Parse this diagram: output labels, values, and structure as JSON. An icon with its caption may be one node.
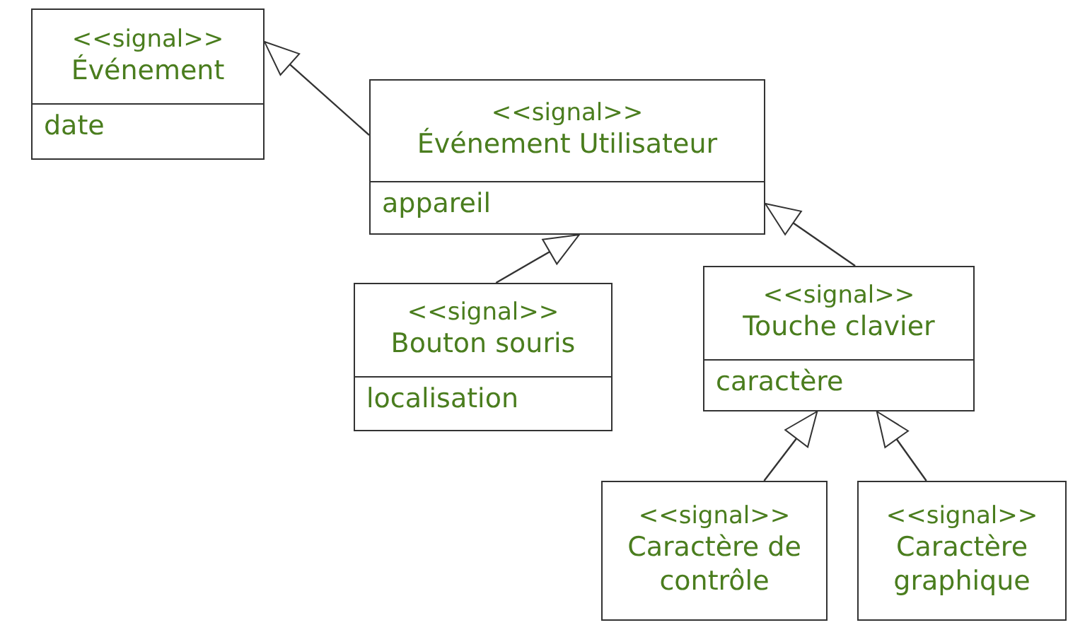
{
  "diagram": {
    "nodes": [
      {
        "text": [
          "<<signal>>",
          "Événement",
          "date"
        ]
      },
      {
        "text": [
          "<<signal>>",
          "Événement Utilisateur",
          "appareil"
        ]
      },
      {
        "text": [
          "<<signal>>",
          "Bouton souris",
          "localisation"
        ]
      },
      {
        "text": [
          "<<signal>>",
          "Touche clavier",
          "caractère"
        ]
      },
      {
        "text": [
          "<<signal>>",
          "Caractère de contrôle"
        ]
      },
      {
        "text": [
          "<<signal>>",
          "Caractère graphique"
        ]
      }
    ],
    "edges": [
      {
        "from": 1,
        "to": 0,
        "arrow": "to"
      },
      {
        "from": 2,
        "to": 1,
        "arrow": "to"
      },
      {
        "from": 3,
        "to": 1,
        "arrow": "to"
      },
      {
        "from": 4,
        "to": 3,
        "arrow": "to"
      },
      {
        "from": 5,
        "to": 3,
        "arrow": "to"
      }
    ]
  }
}
